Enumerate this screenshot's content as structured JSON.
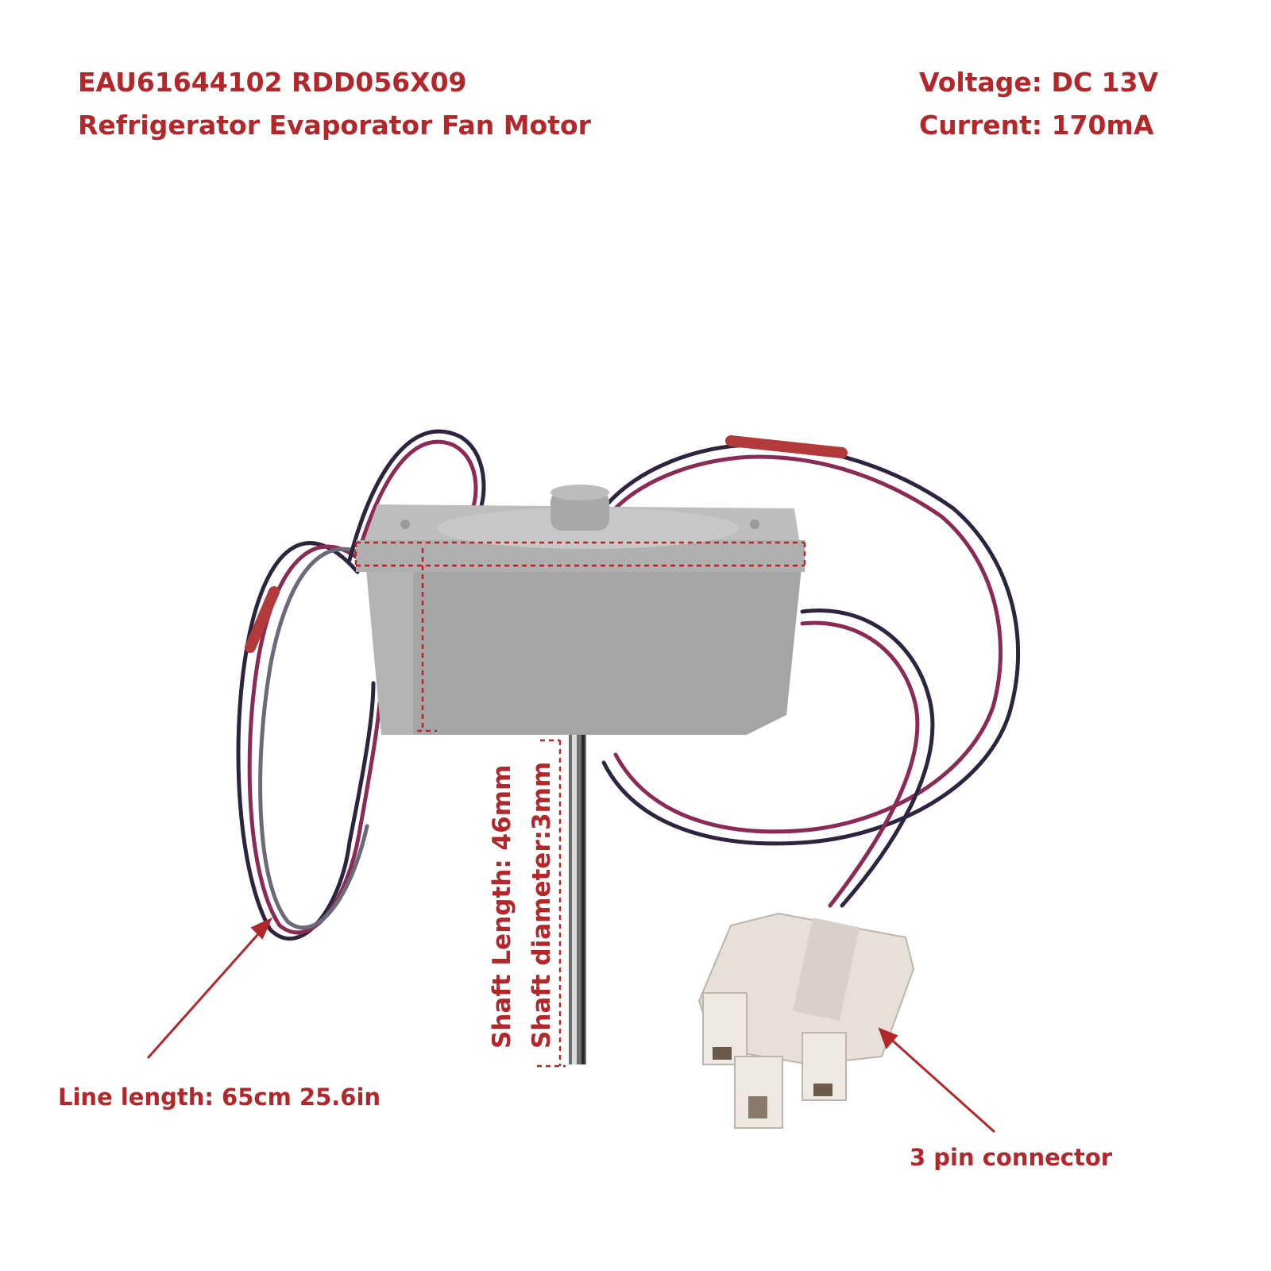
{
  "header": {
    "title_line1": "EAU61644102 RDD056X09",
    "title_line2": "Refrigerator Evaporator Fan Motor",
    "voltage": "Voltage: DC 13V",
    "current": "Current: 170mA"
  },
  "annotations": {
    "shaft_length": "Shaft Length: 46mm",
    "shaft_diameter": "Shaft diameter:3mm",
    "line_length": "Line length:  65cm 25.6in",
    "connector": "3 pin connector"
  },
  "colors": {
    "accent_red": "#b3262a",
    "motor_gray": "#a9a9a9",
    "wire_purple": "#8a2a55",
    "wire_dark": "#2e2440",
    "connector_ivory": "#e8e2dc"
  }
}
